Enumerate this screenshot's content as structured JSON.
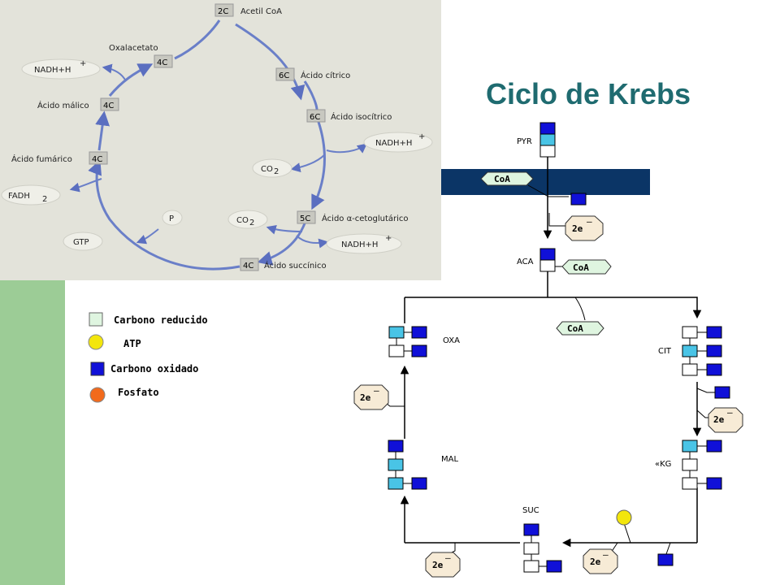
{
  "title": "Ciclo de Krebs",
  "colors": {
    "accent_title": "#1f6b70",
    "green_bar": "#9ccc96",
    "carbon_reduced": "#dff5e0",
    "carbon_oxidized": "#1010d8",
    "carbon_cyan": "#49c4e6",
    "atp": "#f3e60c",
    "phosphate": "#f26a1c",
    "cycle_arrow": "#6a7fc8",
    "dark_band": "#0b3566"
  },
  "top_cycle": {
    "nodes": [
      {
        "carbons": "2C",
        "name": "Acetil CoA"
      },
      {
        "carbons": "6C",
        "name": "Ácido cítrico"
      },
      {
        "carbons": "6C",
        "name": "Ácido isocítrico"
      },
      {
        "carbons": "5C",
        "name": "Ácido α-cetoglutárico"
      },
      {
        "carbons": "4C",
        "name": "Ácido succínico"
      },
      {
        "carbons": "4C",
        "name": "Ácido fumárico"
      },
      {
        "carbons": "4C",
        "name": "Ácido málico"
      },
      {
        "carbons": "4C",
        "name": "Oxalacetato"
      }
    ],
    "side_products": {
      "nadh_1": "NADH+H",
      "nadh_2": "NADH+H",
      "nadh_3": "NADH+H",
      "nadh_sup": "+",
      "co2_1": "CO",
      "co2_2": "CO",
      "co2_sub": "2",
      "fadh": "FADH",
      "fadh_sub": "2",
      "gtp": "GTP",
      "p": "P"
    }
  },
  "legend": {
    "items": [
      {
        "label": "Carbono reducido",
        "symbol": "square",
        "color": "#dff5e0"
      },
      {
        "label": "ATP",
        "symbol": "circle",
        "color": "#f3e60c"
      },
      {
        "label": "Carbono oxidado",
        "symbol": "square",
        "color": "#1010d8"
      },
      {
        "label": "Fosfato",
        "symbol": "circle",
        "color": "#f26a1c"
      }
    ]
  },
  "bottom_cycle": {
    "labels": {
      "pyr": "PYR",
      "aca": "ACA",
      "cit": "CIT",
      "akg": "«KG",
      "suc": "SUC",
      "mal": "MAL",
      "oxa": "OXA"
    },
    "coa": "CoA",
    "electrons": "2e",
    "electron_sup": "—"
  }
}
